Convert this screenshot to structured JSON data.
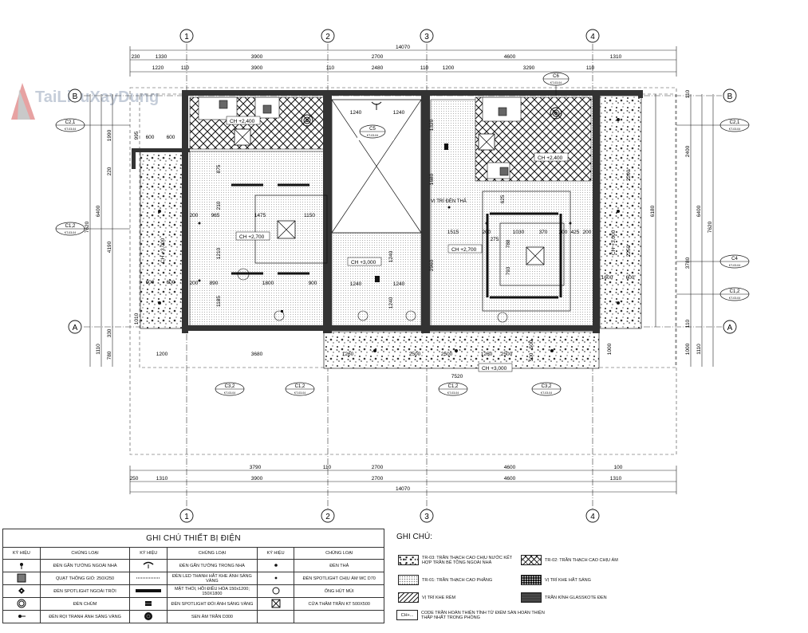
{
  "grid_labels": {
    "columns": [
      "1",
      "2",
      "3",
      "4"
    ],
    "rows": [
      "B",
      "A"
    ]
  },
  "dims_top": {
    "total": "14070",
    "row1": [
      "230",
      "1330",
      "3900",
      "2700",
      "4600",
      "1310"
    ],
    "row2": [
      "1220",
      "110",
      "3900",
      "110",
      "2480",
      "110",
      "1200",
      "3290",
      "110"
    ]
  },
  "dims_bottom": {
    "row1": [
      "3790",
      "110",
      "2700",
      "4600",
      "100"
    ],
    "row2": [
      "250",
      "1310",
      "3900",
      "2700",
      "4600",
      "1310"
    ],
    "total": "14070"
  },
  "dims_left": [
    "1990",
    "220",
    "4190",
    "330",
    "1110",
    "780",
    "6400",
    "7620",
    "995",
    "1010"
  ],
  "dims_right": [
    "2400",
    "3780",
    "6180",
    "6400",
    "7620",
    "110",
    "110",
    "1000",
    "1110",
    "1000"
  ],
  "interior_dims": [
    "1240",
    "1240",
    "1320",
    "1680",
    "2960",
    "1240",
    "1240",
    "1240",
    "1240",
    "875",
    "965",
    "1475",
    "1150",
    "210",
    "1210",
    "890",
    "1800",
    "900",
    "200",
    "200",
    "1185",
    "1515",
    "200",
    "275",
    "1030",
    "370",
    "200",
    "425",
    "200",
    "788",
    "793",
    "625",
    "1600",
    "600",
    "3680",
    "1200",
    "1260",
    "2500",
    "1260",
    "2500",
    "7520",
    "500",
    "500",
    "2500",
    "600",
    "600",
    "600",
    "600",
    "2200",
    "2250"
  ],
  "ceiling_heights": [
    "CH +2,400",
    "CH +2,700",
    "CH +3,000",
    "CH +2,700",
    "CH +2,400",
    "CH +3,000",
    "CH +3,000",
    "CH +3,000"
  ],
  "annotations": [
    "VỊ TRÍ ĐÈN THẢ",
    "C5",
    "C6"
  ],
  "tags": [
    {
      "code": "C2,1",
      "sub": "KT-03-04"
    },
    {
      "code": "C1,2",
      "sub": "KT-03-04"
    },
    {
      "code": "C5",
      "sub": "KT-03-04"
    },
    {
      "code": "C6",
      "sub": "KT-03-04"
    },
    {
      "code": "C2,1",
      "sub": "KT-03-04"
    },
    {
      "code": "C4",
      "sub": "KT-03-04"
    },
    {
      "code": "C1,2",
      "sub": "KT-03-04"
    },
    {
      "code": "C3,2",
      "sub": "KT-03-04"
    },
    {
      "code": "C1,2",
      "sub": "KT-03-04"
    },
    {
      "code": "C1,2",
      "sub": "KT-03-04"
    },
    {
      "code": "C3,2",
      "sub": "KT-03-04"
    }
  ],
  "watermark": "TaiLieuXayDung",
  "legend": {
    "title": "GHI CHÚ THIẾT BỊ ĐIỆN",
    "headers": [
      "KÝ HIỆU",
      "CHỦNG LOẠI",
      "KÝ HIỆU",
      "CHỦNG LOẠI",
      "KÝ HIỆU",
      "CHỦNG LOẠI"
    ],
    "rows": [
      [
        "ĐÈN GẮN TƯỜNG NGOÀI NHÀ",
        "ĐÈN GẮN TƯỜNG TRONG NHÀ",
        "ĐÈN THẢ"
      ],
      [
        "QUẠT THÔNG GIÓ: 250X250",
        "ĐÈN LED THANH HẮT KHE ÁNH SÁNG VÀNG",
        "ĐÈN SPOTLIGHT CHỊU ẨM WC D70"
      ],
      [
        "ĐÈN SPOTLIGHT NGOÀI TRỜI",
        "MẶT THỔI, HỒI ĐIỀU HÒA 150x1200; 150X1800",
        "ỐNG HÚT MÙI"
      ],
      [
        "ĐÈN CHÙM",
        "ĐÈN SPOTLIGHT ĐỔI ÁNH SÁNG VÀNG",
        "CỬA THĂM TRẦN KT 500X500"
      ],
      [
        "ĐÈN RỌI TRANH ÁNH SÁNG VÀNG",
        "SEN ÂM TRẦN D300",
        ""
      ]
    ]
  },
  "notes": {
    "title": "GHI CHÚ:",
    "items": [
      "TR-03: TRẦN THẠCH CAO CHỊU NƯỚC KẾT HỢP TRẦN BÊ TÔNG NGOÀI NHÀ",
      "TR-02: TRẦN THẠCH CAO CHỊU ẨM",
      "TR-01: TRẦN THẠCH CAO PHẲNG",
      "VỊ TRÍ KHE HẮT SÁNG",
      "VỊ TRÍ KHE RÈM",
      "TRẦN KÍNH GLASSKOTE ĐEN",
      "CODE TRẦN HOÀN THIỆN TÍNH TỪ ĐIỂM SÀN HOÀN THIỆN THẤP NHẤT TRONG PHÒNG"
    ],
    "code_label": "CH+..."
  }
}
